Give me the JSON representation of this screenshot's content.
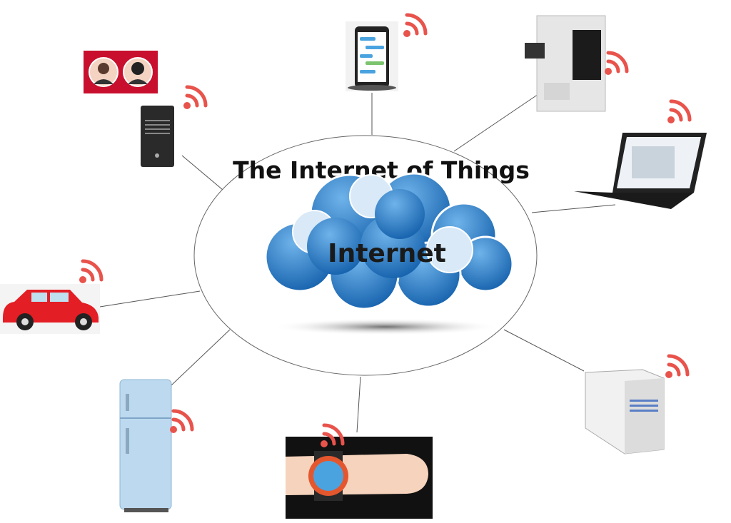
{
  "diagram": {
    "title": "The Internet of Things",
    "center_label": "Internet",
    "devices": [
      "people-icons",
      "desktop-tower",
      "smartphone",
      "3d-printer",
      "laptop",
      "car",
      "fridge",
      "smartwatch",
      "server"
    ]
  },
  "colors": {
    "wifi": "#e8534c",
    "cloud": "#1c6fc0",
    "cloud_light": "#cfe4f6",
    "car": "#e31e24",
    "people_bg": "#c8102e",
    "fridge": "#bcd9ef",
    "watch_bg": "#111111"
  }
}
